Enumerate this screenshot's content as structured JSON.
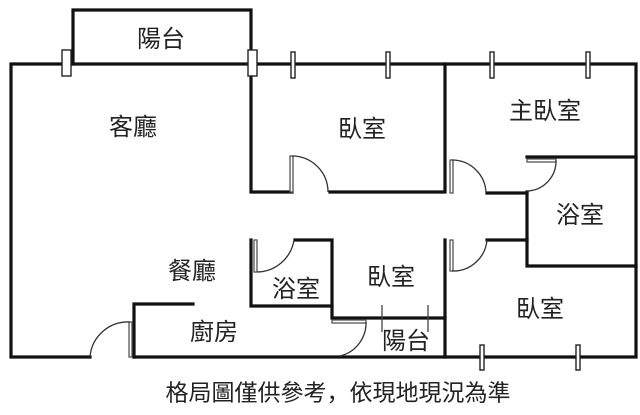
{
  "rooms": {
    "balcony_top": "陽台",
    "living_room": "客廳",
    "bedroom_top": "臥室",
    "master_bedroom": "主臥室",
    "bathroom_master": "浴室",
    "dining_room": "餐廳",
    "bathroom_center": "浴室",
    "bedroom_center": "臥室",
    "kitchen": "廚房",
    "balcony_small": "陽台",
    "bedroom_bottom_right": "臥室"
  },
  "footer_note": "格局圖僅供參考，依現地現況為準"
}
